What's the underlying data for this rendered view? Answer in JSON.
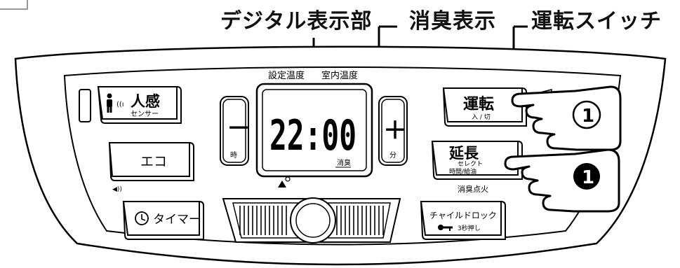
{
  "callouts": {
    "digital_display": "デジタル表示部",
    "deodorize_display": "消臭表示",
    "run_switch": "運転スイッチ"
  },
  "display": {
    "set_temp_label": "設定温度",
    "room_temp_label": "室内温度",
    "time": "22:00",
    "deodorize_mark": "消臭"
  },
  "buttons": {
    "human_sensor": {
      "main": "人感",
      "sub": "センサー"
    },
    "eco": {
      "main": "エコ"
    },
    "timer": {
      "main": "タイマー"
    },
    "minus": {
      "main": "－",
      "sub": "時"
    },
    "plus": {
      "main": "＋",
      "sub": "分"
    },
    "run": {
      "main": "運転",
      "sub": "入 / 切"
    },
    "extend": {
      "main": "延長",
      "sub1": "セレクト",
      "sub2": "時間/給油"
    },
    "child_lock": {
      "main": "チャイルドロック",
      "sub": "3秒押し"
    }
  },
  "labels": {
    "deodorize_ignite": "消臭点火"
  },
  "step_markers": {
    "first": "①",
    "second": "❶"
  }
}
